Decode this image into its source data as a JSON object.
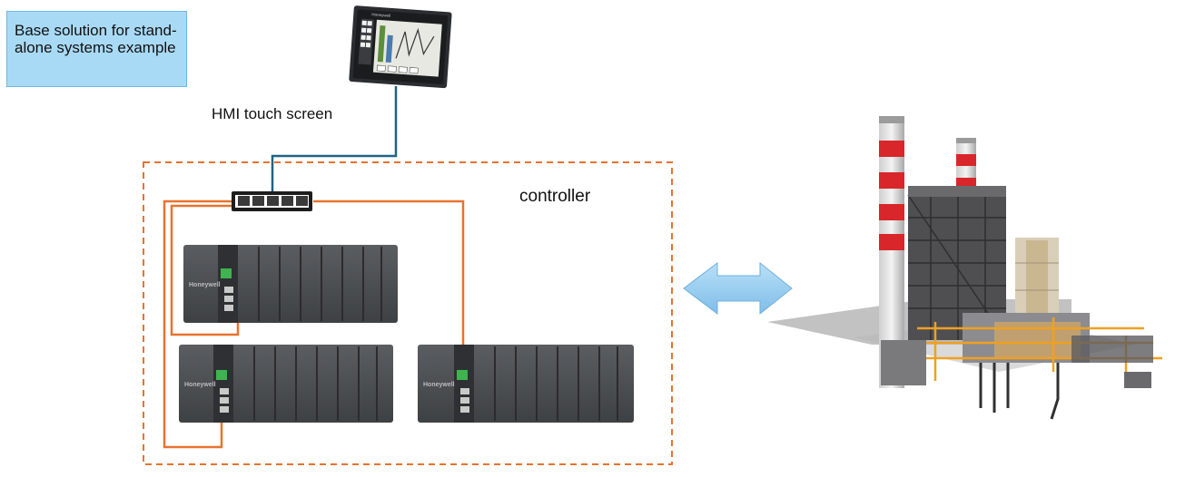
{
  "note": {
    "text": "Base solution for stand-alone systems example"
  },
  "hmi": {
    "label": "HMI touch screen",
    "brand": "Honeywell"
  },
  "controller": {
    "label": "controller"
  },
  "racks": [
    {
      "brand": "Honeywell"
    },
    {
      "brand": "Honeywell"
    },
    {
      "brand": "Honeywell"
    }
  ],
  "colors": {
    "cable_orange": "#e8732e",
    "cable_blue": "#1f6384",
    "boundary": "#e8732e",
    "arrow": "#8fc9ee"
  },
  "icons": {
    "switch": "network-switch-icon",
    "arrow": "bidirectional-arrow-icon",
    "plant": "power-plant-icon"
  }
}
